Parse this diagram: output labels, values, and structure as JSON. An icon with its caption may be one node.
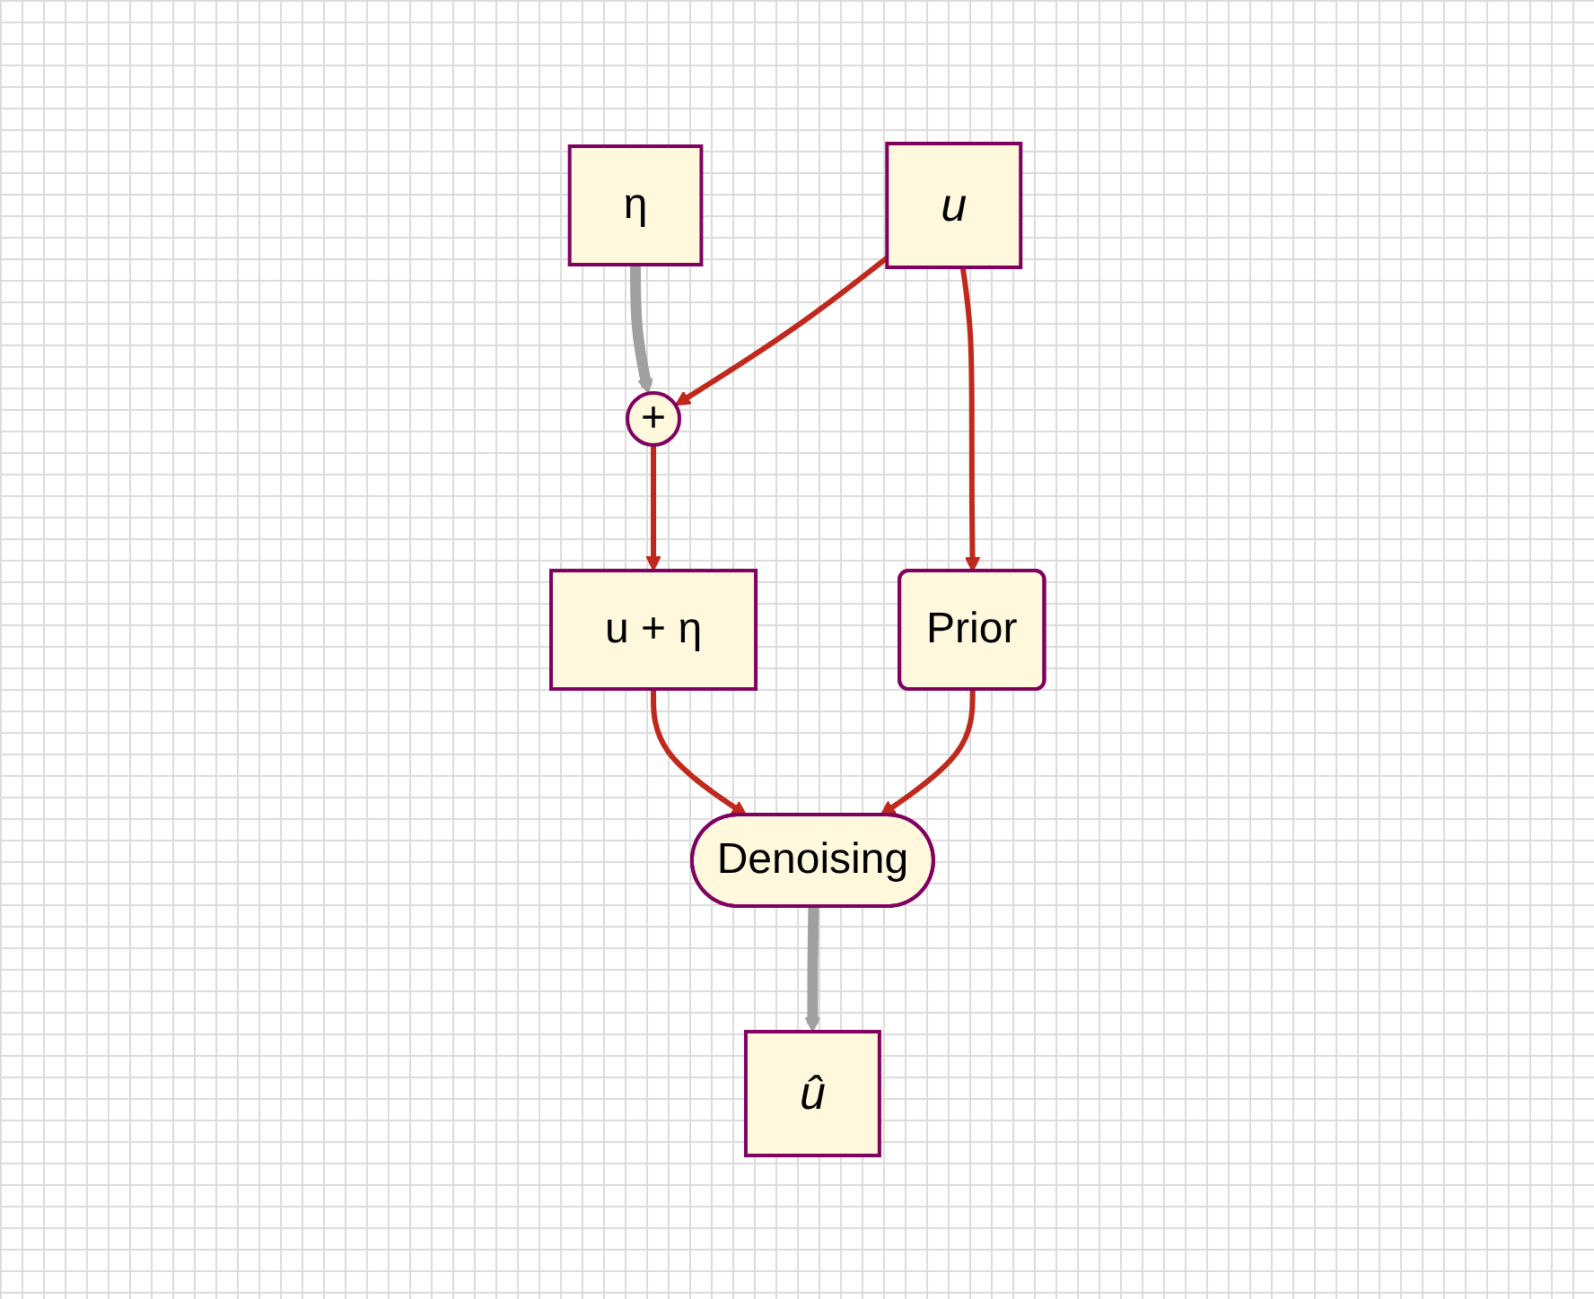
{
  "diagram": {
    "nodes": [
      {
        "text": [
          "η"
        ]
      },
      {
        "text": [
          "u"
        ]
      },
      {
        "text": [
          "+"
        ]
      },
      {
        "text": [
          "u + η"
        ]
      },
      {
        "text": [
          "Prior"
        ]
      },
      {
        "text": [
          "Denoising"
        ]
      },
      {
        "text": [
          "û"
        ]
      }
    ],
    "edges": [
      {
        "from": 0,
        "to": 2,
        "arrow": "to",
        "style": "thick",
        "color": "#a0a0a0"
      },
      {
        "from": 1,
        "to": 2,
        "arrow": "to"
      },
      {
        "from": 2,
        "to": 3,
        "arrow": "to"
      },
      {
        "from": 1,
        "to": 4,
        "arrow": "to"
      },
      {
        "from": 3,
        "to": 5,
        "arrow": "to"
      },
      {
        "from": 4,
        "to": 5,
        "arrow": "to"
      },
      {
        "from": 5,
        "to": 6,
        "arrow": "to",
        "style": "thick",
        "color": "#a0a0a0"
      }
    ]
  }
}
